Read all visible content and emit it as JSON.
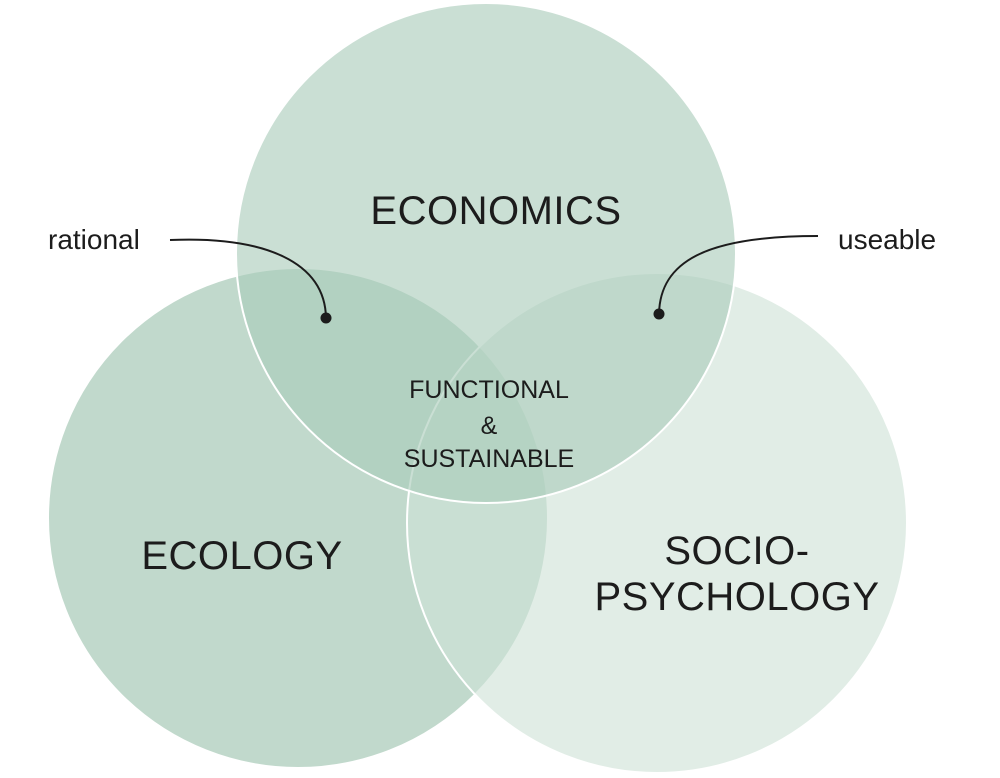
{
  "diagram": {
    "circles": {
      "economics": {
        "label": "ECONOMICS",
        "fill": "#a9cbb9"
      },
      "ecology": {
        "label": "ECOLOGY",
        "fill": "#a9cbb9"
      },
      "sociopsychology": {
        "label_line1": "SOCIO-",
        "label_line2": "PSYCHOLOGY",
        "fill": "#d6e6dd"
      }
    },
    "center": {
      "line1": "FUNCTIONAL",
      "line2": "&",
      "line3": "SUSTAINABLE"
    },
    "annotations": {
      "left": "rational",
      "right": "useable"
    },
    "colors": {
      "outline": "#ffffff",
      "text": "#1c1c1c"
    }
  }
}
